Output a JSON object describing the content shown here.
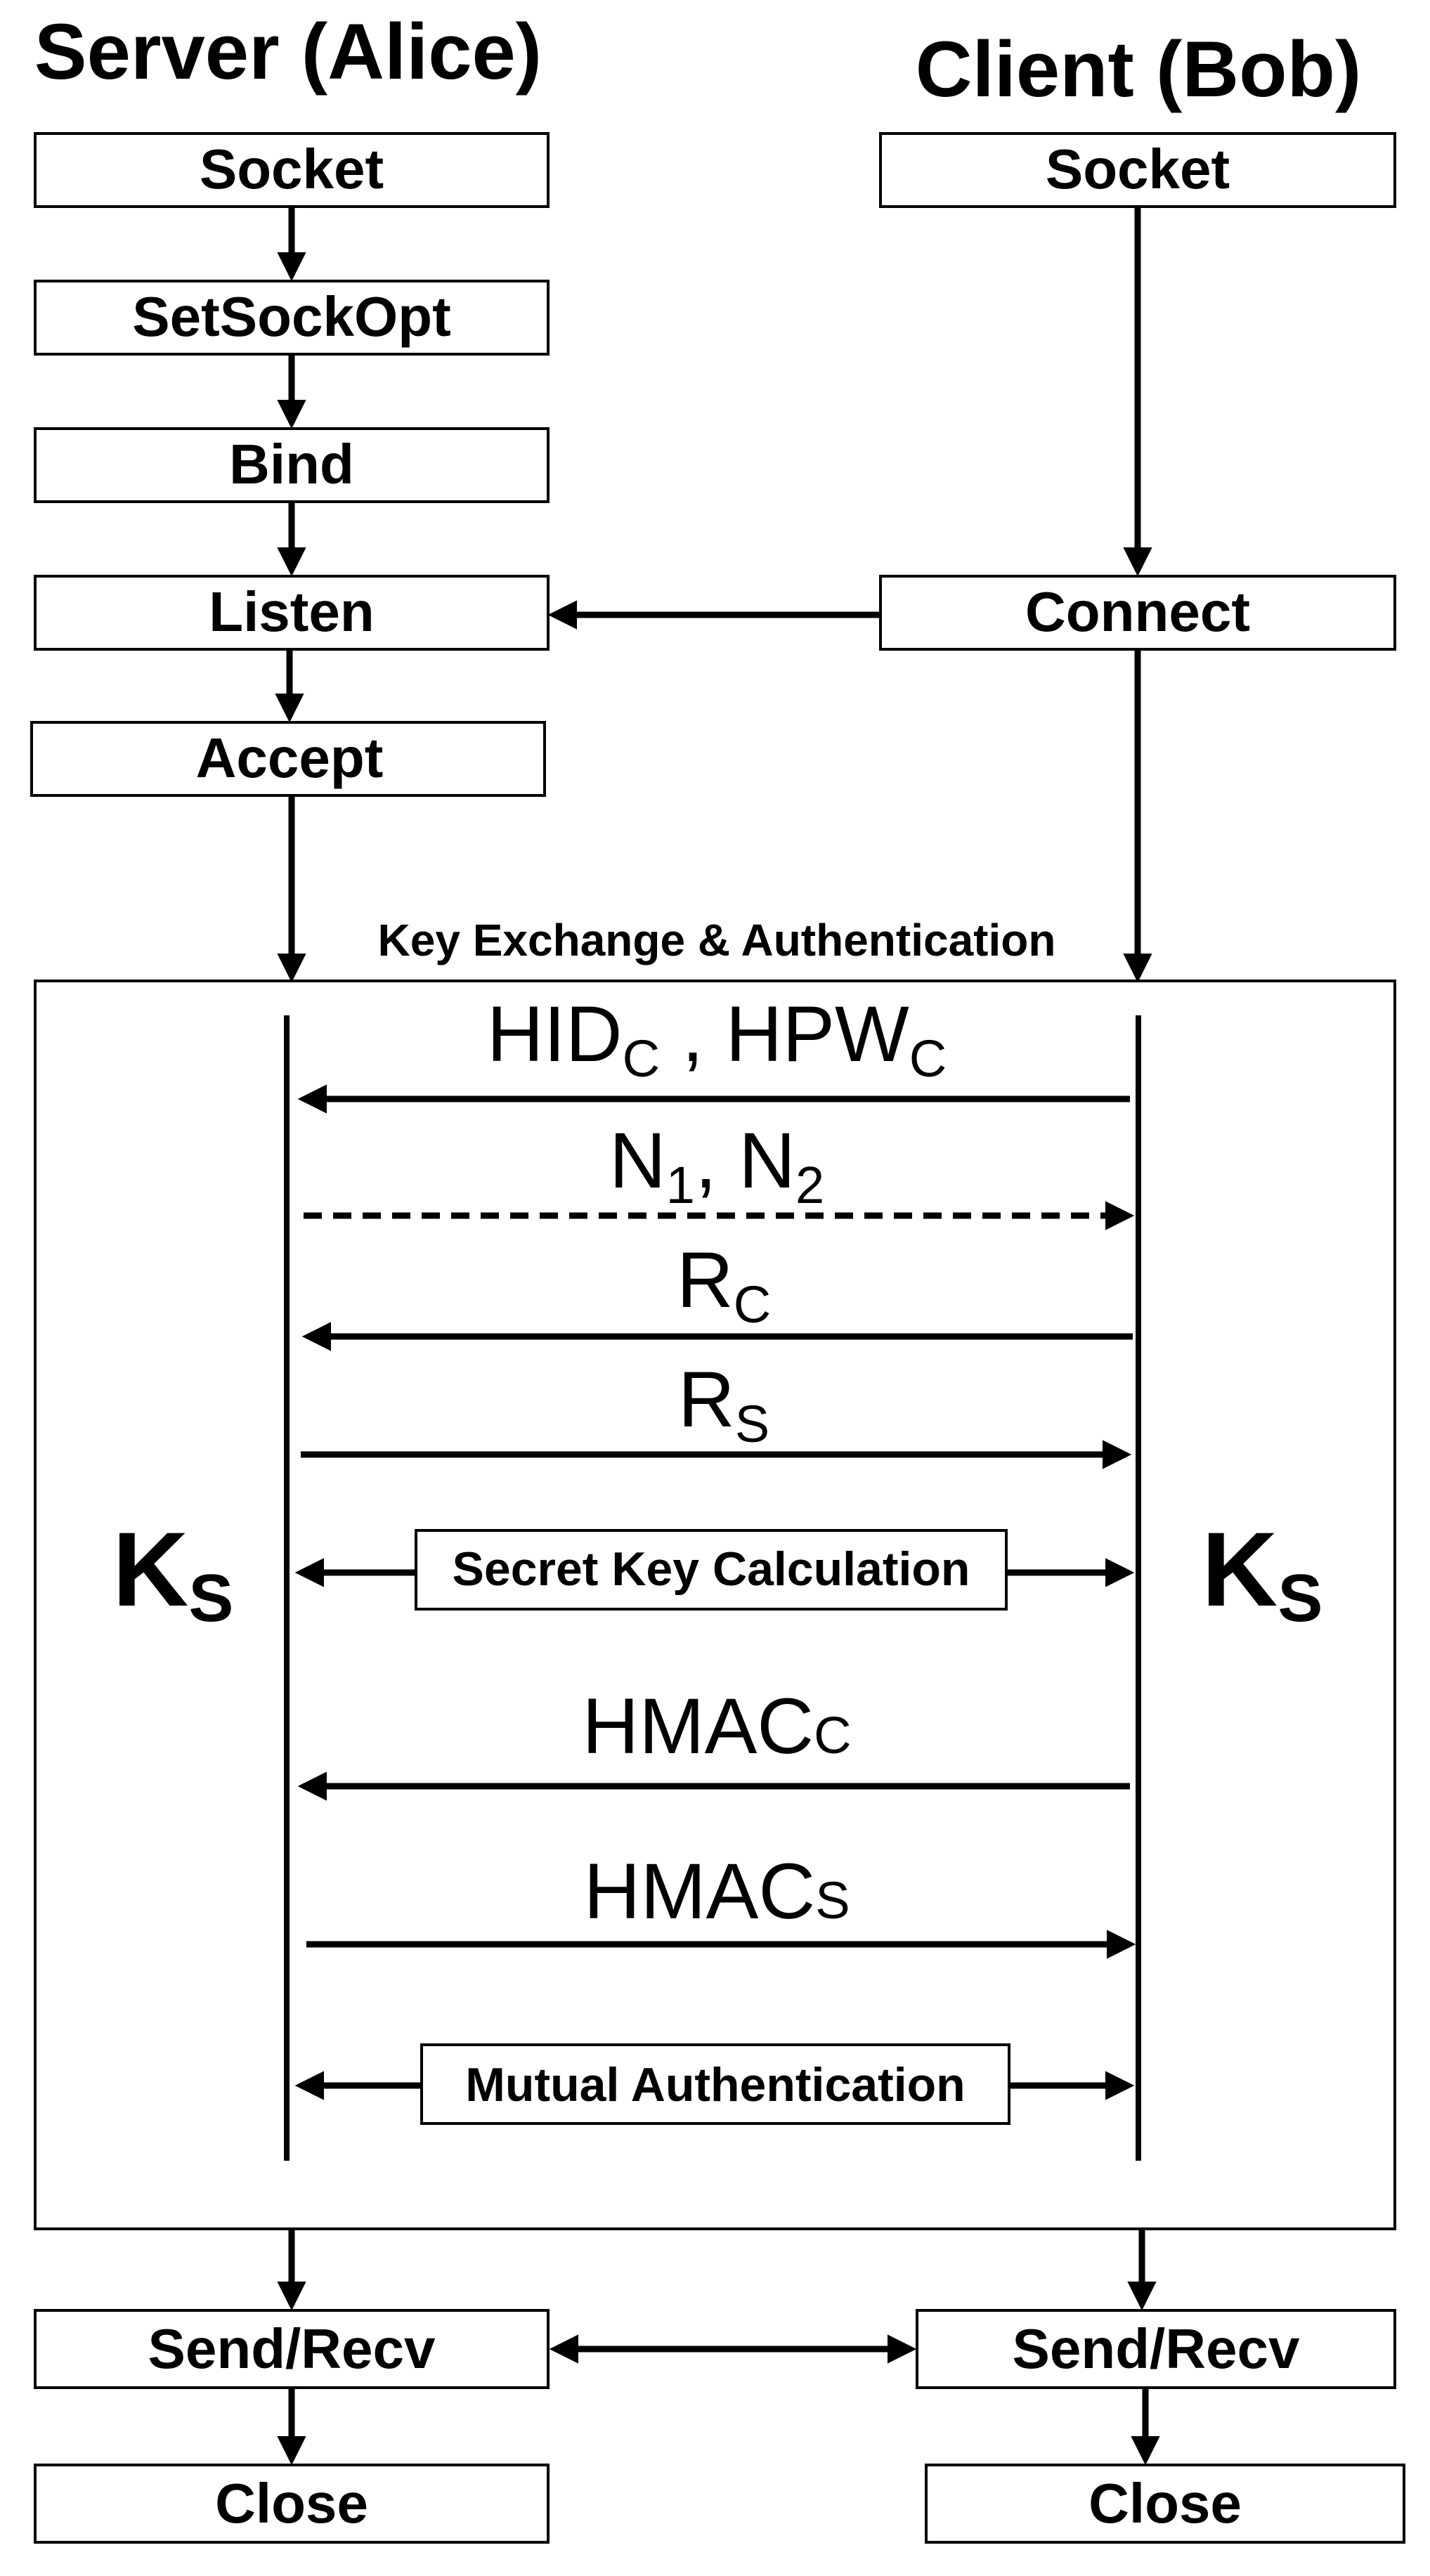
{
  "server_title": "Server (Alice)",
  "client_title": "Client (Bob)",
  "server_steps": [
    "Socket",
    "SetSockOpt",
    "Bind",
    "Listen",
    "Accept"
  ],
  "client_steps": [
    "Socket",
    "Connect"
  ],
  "section_title": "Key Exchange & Authentication",
  "key_label": {
    "base": "K",
    "sub": "S"
  },
  "messages": [
    {
      "base1": "HID",
      "sub1": "C",
      "sep": " , ",
      "base2": "HPW",
      "sub2": "C",
      "direction": "client-to-server",
      "style": "solid"
    },
    {
      "base1": "N",
      "sub1": "1",
      "sep": ", ",
      "base2": "N",
      "sub2": "2",
      "direction": "server-to-client",
      "style": "dashed"
    },
    {
      "base1": "R",
      "sub1": "C",
      "direction": "client-to-server",
      "style": "solid"
    },
    {
      "base1": "R",
      "sub1": "S",
      "direction": "server-to-client",
      "style": "solid"
    }
  ],
  "calc_label": "Secret Key Calculation",
  "hmac_messages": [
    {
      "base": "HMAC",
      "sub": "C",
      "direction": "client-to-server"
    },
    {
      "base": "HMAC",
      "sub": "S",
      "direction": "server-to-client"
    }
  ],
  "auth_label": "Mutual Authentication",
  "final_steps": {
    "send_recv": "Send/Recv",
    "close": "Close"
  }
}
